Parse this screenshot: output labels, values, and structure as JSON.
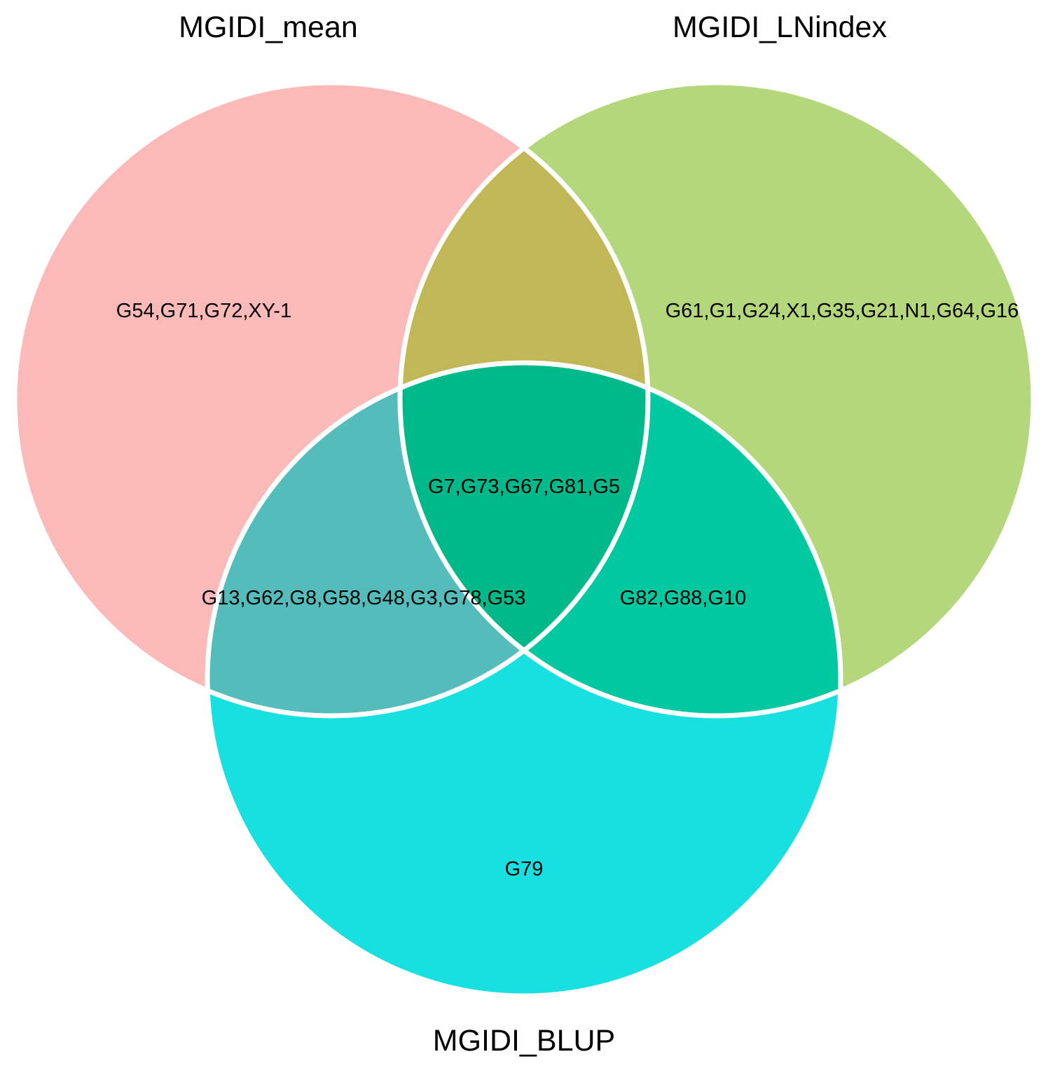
{
  "sets": [
    {
      "id": "A",
      "name": "MGIDI_mean",
      "color": "#FBB9B7"
    },
    {
      "id": "B",
      "name": "MGIDI_LNindex",
      "color": "#B5D77C"
    },
    {
      "id": "C",
      "name": "MGIDI_BLUP",
      "color": "#19E0E0"
    }
  ],
  "regions": {
    "mean_only": "G54,G71,G72,XY-1",
    "lnindex_only": "G61,G1,G24,X1,G35,G21,N1,G64,G16",
    "mean_lnindex": "",
    "all_three": "G7,G73,G67,G81,G5",
    "mean_blup": "G13,G62,G8,G58,G48,G3,G78,G53",
    "lnindex_blup": "G82,G88,G10",
    "blup_only": "G79"
  },
  "colors": {
    "mean_only": "#FBB9B7",
    "lnindex_only": "#B5D77C",
    "blup_only": "#19E0E0",
    "mean_lnindex": "#C1B756",
    "mean_blup": "#54BDBC",
    "lnindex_blup": "#00C8A0",
    "all_three": "#00B98B",
    "outline": "#ffffff"
  }
}
